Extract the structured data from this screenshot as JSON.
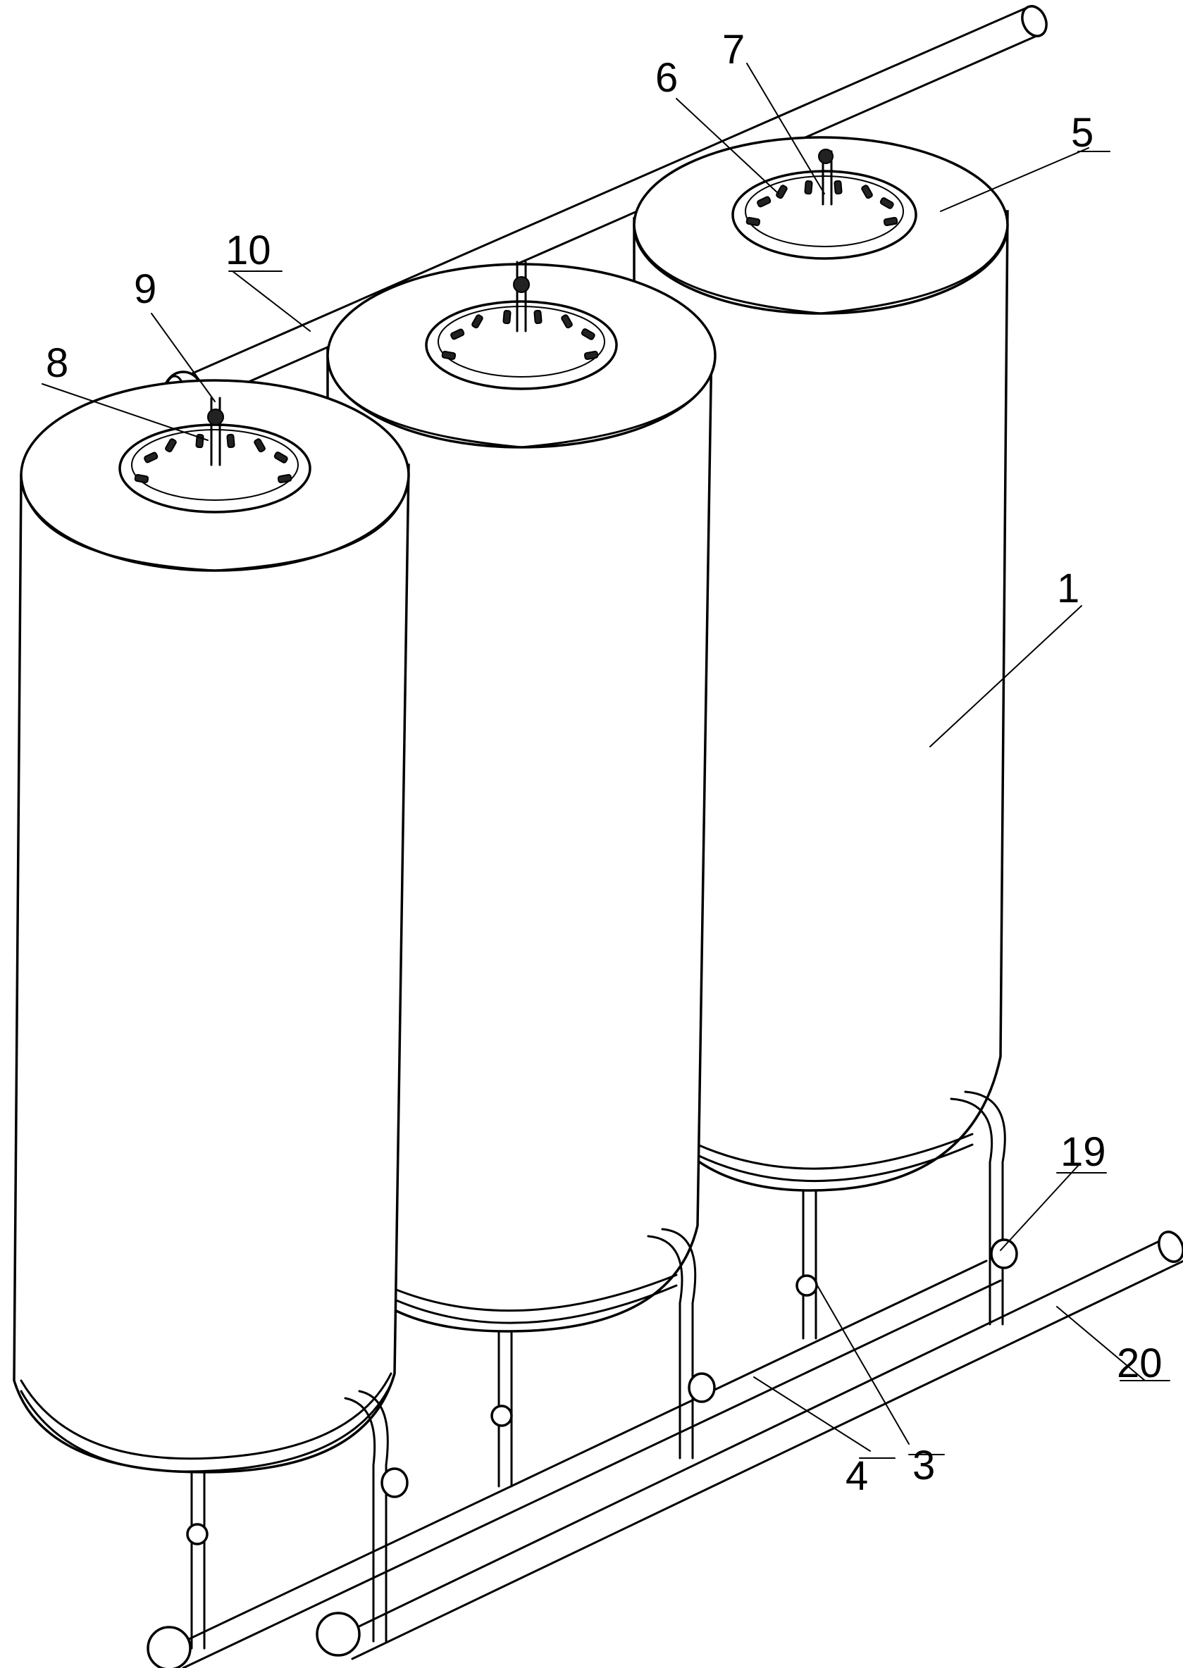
{
  "labels": {
    "l1": "1",
    "l3": "3",
    "l4": "4",
    "l5": "5",
    "l6": "6",
    "l7": "7",
    "l8": "8",
    "l9": "9",
    "l10": "10",
    "l19": "19",
    "l20": "20"
  }
}
